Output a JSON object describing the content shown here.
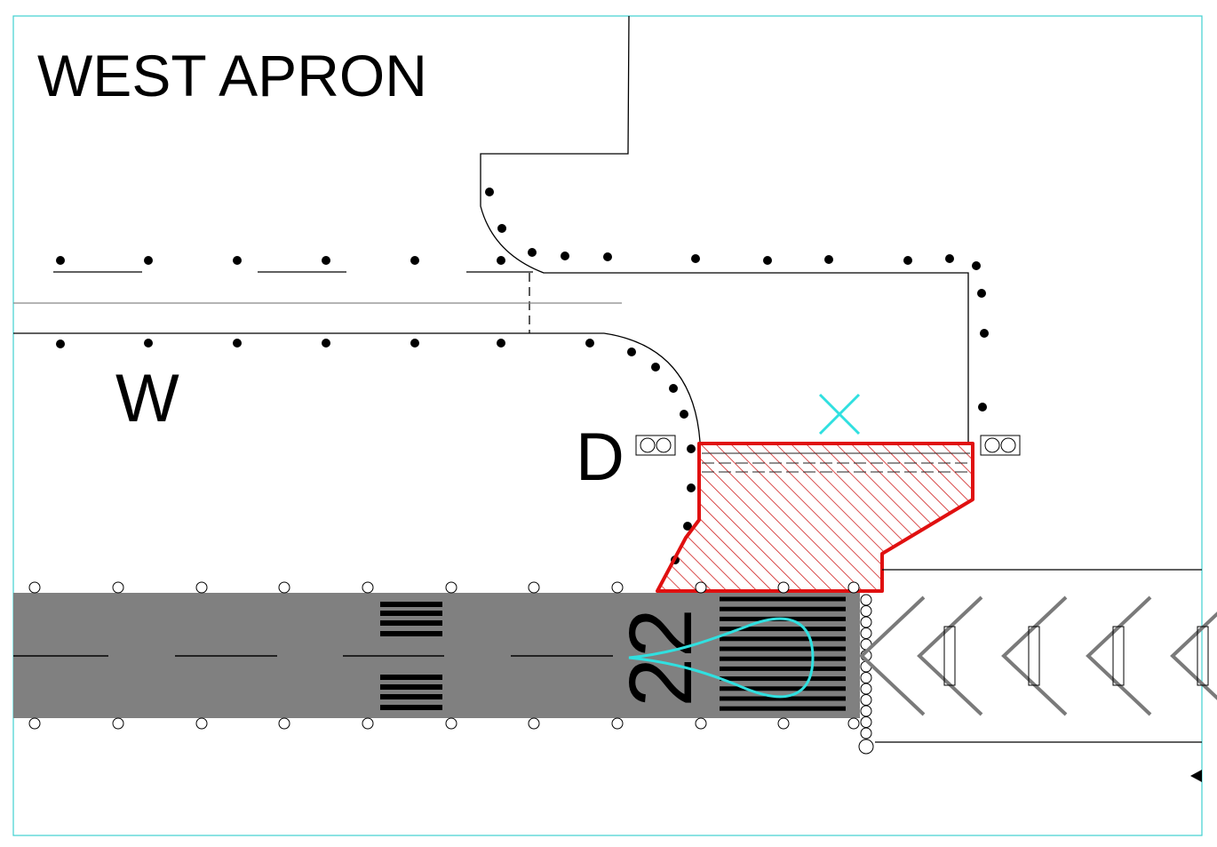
{
  "labels": {
    "area_title": "WEST APRON",
    "taxiway_w": "W",
    "taxiway_d": "D",
    "runway_number": "22"
  },
  "colors": {
    "border": "#40d0d0",
    "runway": "#808080",
    "closure_outline": "#e01010",
    "cyan_marks": "#30e0e0",
    "chevrons": "#7a7a7a"
  }
}
